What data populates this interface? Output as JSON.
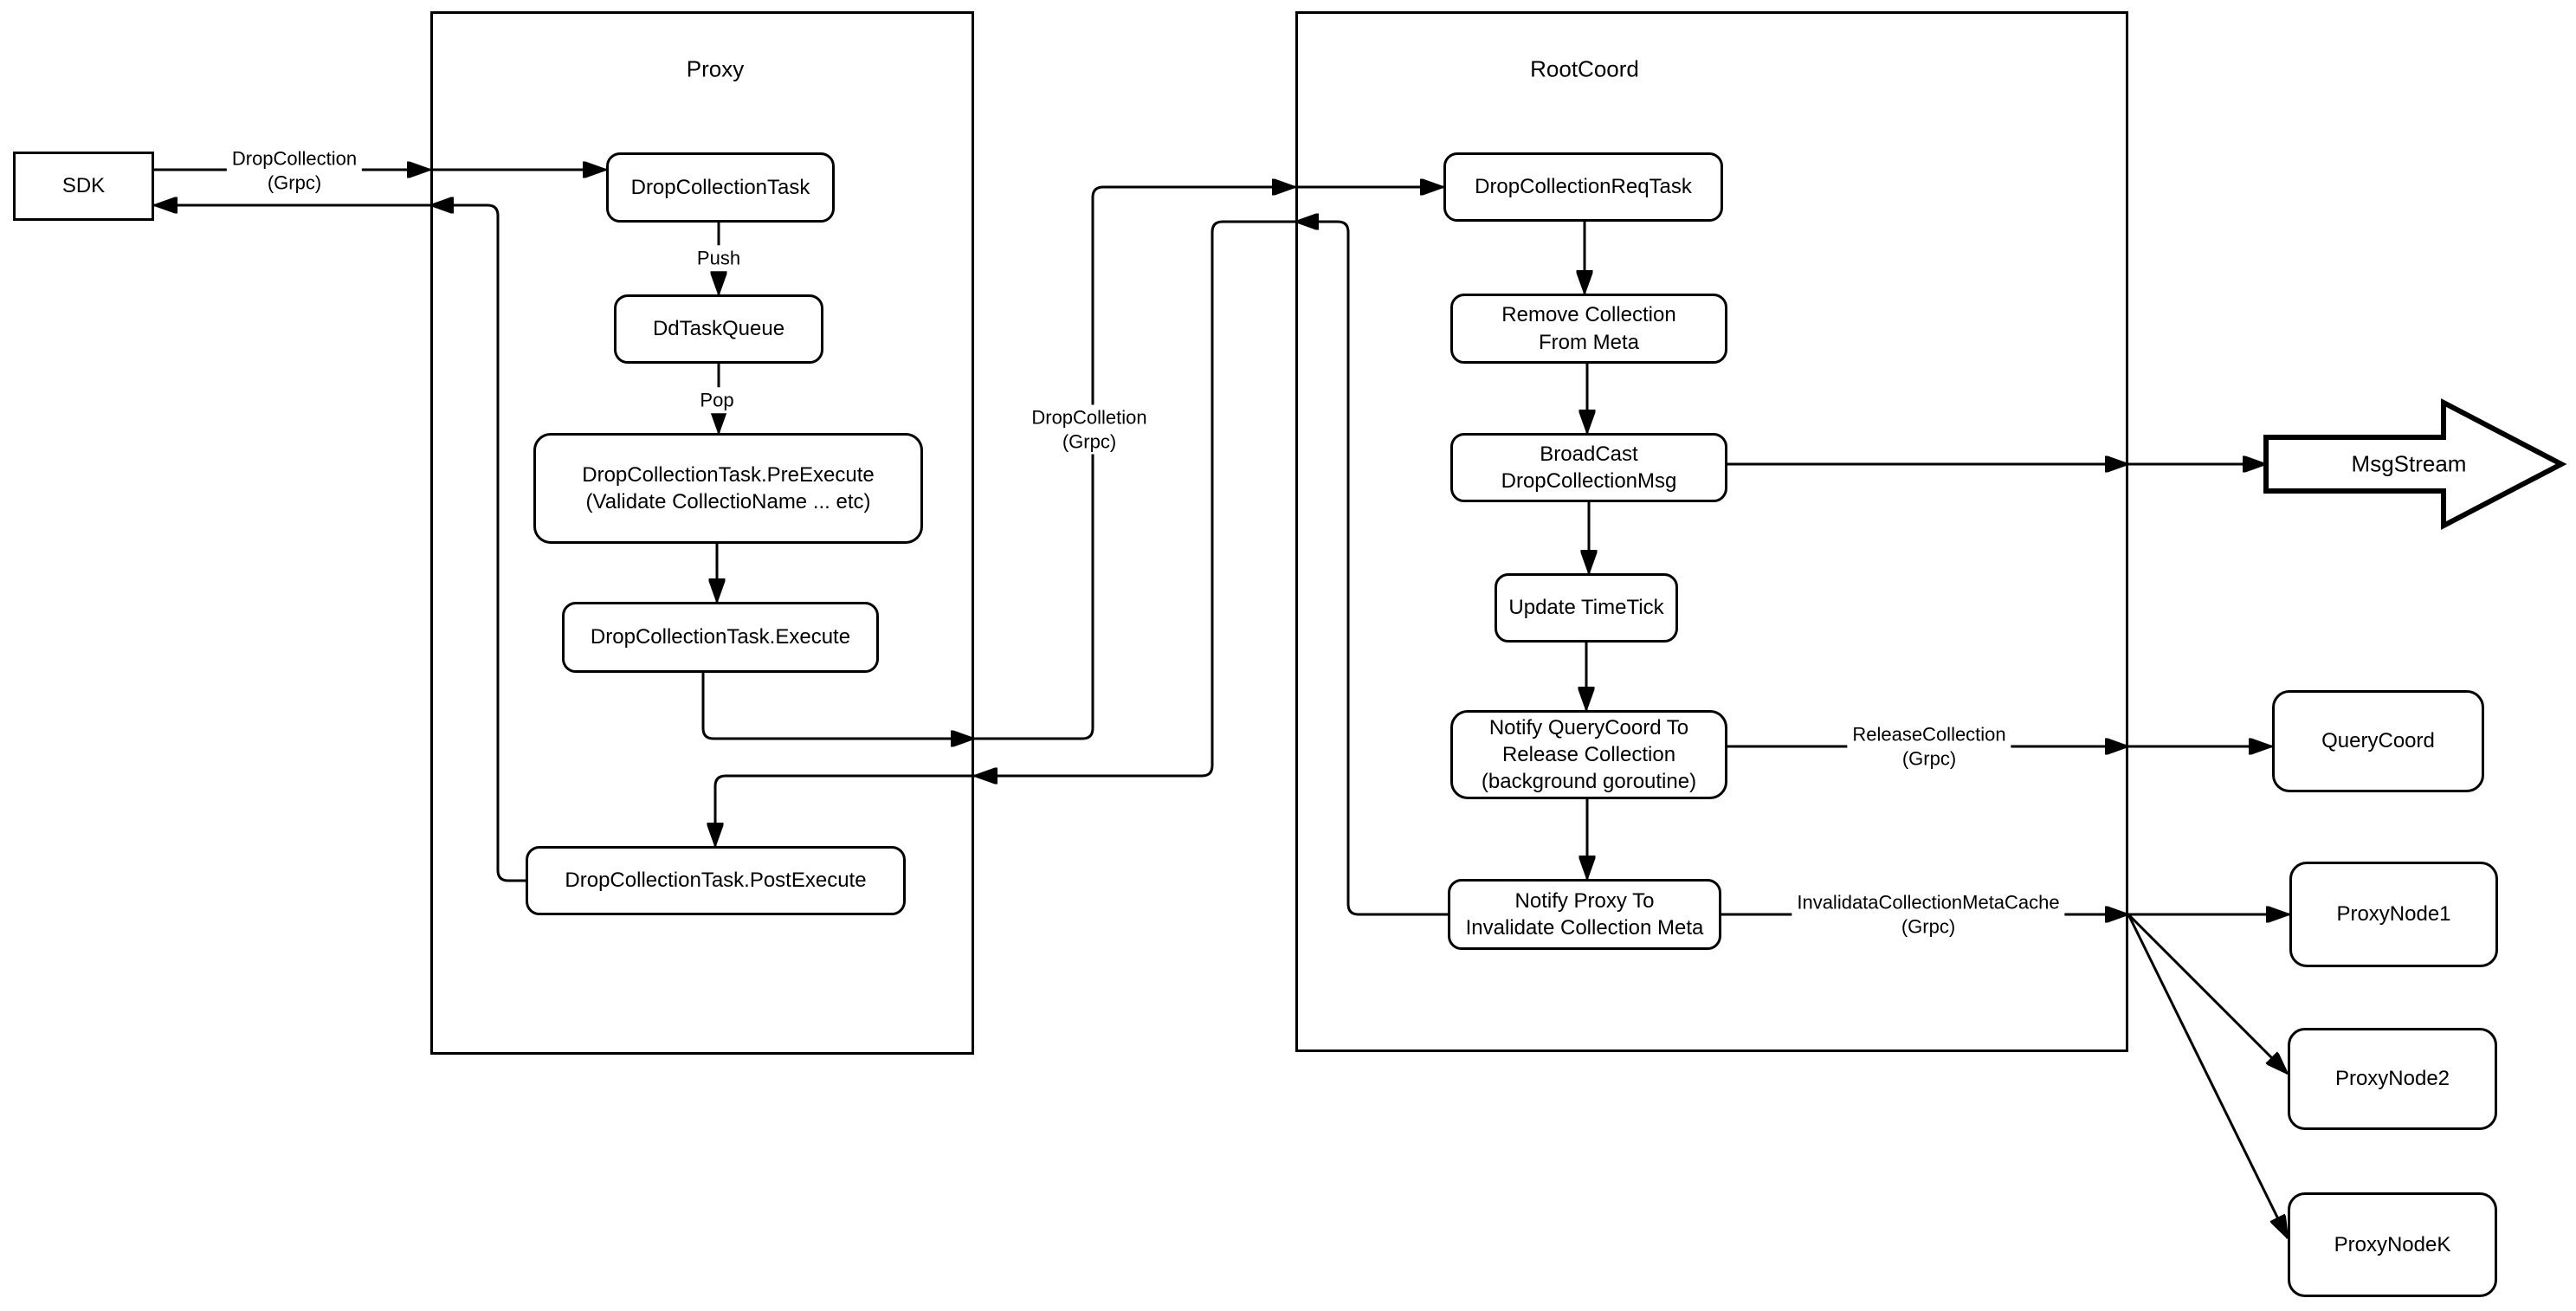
{
  "diagram": {
    "containers": {
      "proxy": {
        "title": "Proxy"
      },
      "rootcoord": {
        "title": "RootCoord"
      }
    },
    "nodes": {
      "sdk": "SDK",
      "drop_collection_task": "DropCollectionTask",
      "dd_task_queue": "DdTaskQueue",
      "pre_execute": "DropCollectionTask.PreExecute\n(Validate CollectioName ... etc)",
      "execute": "DropCollectionTask.Execute",
      "post_execute": "DropCollectionTask.PostExecute",
      "req_task": "DropCollectionReqTask",
      "remove_meta": "Remove Collection\nFrom Meta",
      "broadcast": "BroadCast\nDropCollectionMsg",
      "update_timetick": "Update TimeTick",
      "notify_querycoord": "Notify QueryCoord To\nRelease Collection\n(background goroutine)",
      "notify_proxy": "Notify Proxy To\nInvalidate Collection Meta",
      "msgstream": "MsgStream",
      "querycoord": "QueryCoord",
      "proxynode1": "ProxyNode1",
      "proxynode2": "ProxyNode2",
      "proxynodek": "ProxyNodeK"
    },
    "edge_labels": {
      "sdk_call": "DropCollection\n(Grpc)",
      "push": "Push",
      "pop": "Pop",
      "proxy_to_root": "DropColletion\n(Grpc)",
      "release": "ReleaseCollection\n(Grpc)",
      "invalidate": "InvalidataCollectionMetaCache\n(Grpc)"
    },
    "colors": {
      "line": "#000000",
      "fill": "#ffffff",
      "background": "#ffffff"
    }
  }
}
